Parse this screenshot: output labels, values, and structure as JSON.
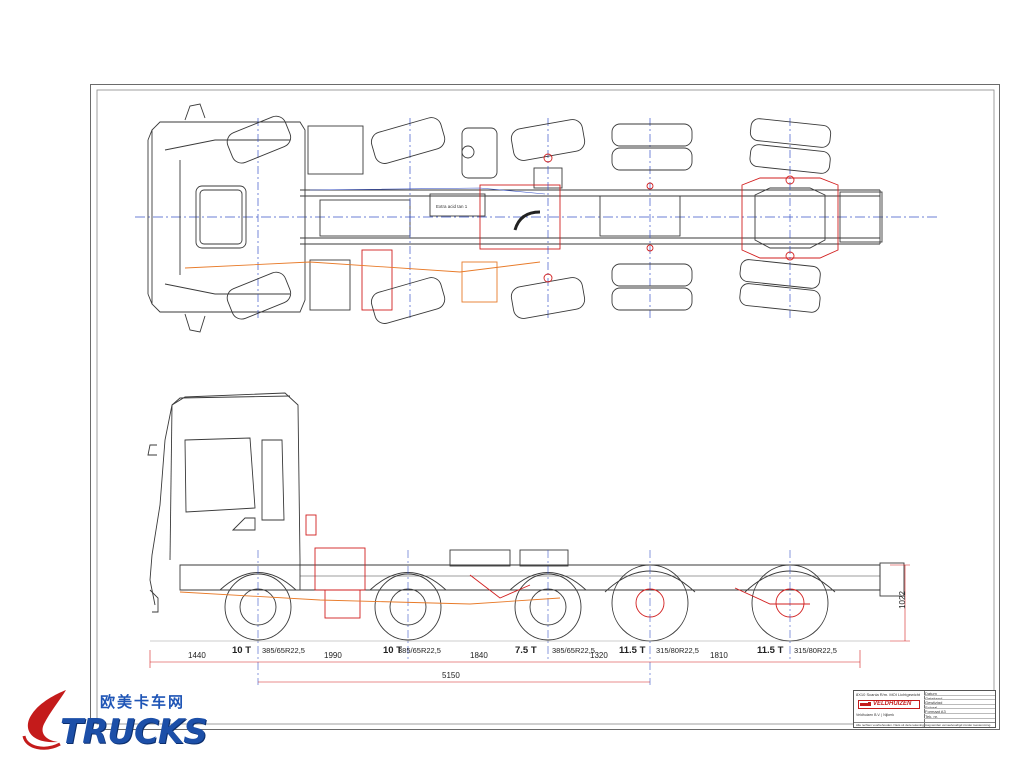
{
  "plan": {
    "text_box_label": "Extra acid tan 1"
  },
  "dimensions": {
    "segments": [
      "1440",
      "1990",
      "1840",
      "1320",
      "1810"
    ],
    "wheelbase_total": "5150",
    "height": "1022"
  },
  "axles": [
    {
      "load": "10 T",
      "tyre": "385/65R22,5"
    },
    {
      "load": "10 T",
      "tyre": "385/65R22,5"
    },
    {
      "load": "7.5 T",
      "tyre": "385/65R22,5"
    },
    {
      "load": "11.5 T",
      "tyre": "315/80R22,5"
    },
    {
      "load": "11.5 T",
      "tyre": "315/80R22,5"
    }
  ],
  "title_block": {
    "project": "8X10 Scania R/m. MOI Lichtgewicht",
    "company": "VELDHUIZEN",
    "address": "Veldhuizen B.V. | Nijkerk",
    "rows_right": [
      "Datum",
      "Getekend",
      "Gewijzigd",
      "Schaal",
      "Formaat  A3",
      "Tek. nr."
    ],
    "footer": "Alle rechten voorbehouden. Niets uit deze tekening mag worden verveelvoudigd zonder toestemming."
  },
  "logo": {
    "chinese": "欧美卡车网",
    "wordmark": "TRUCKS",
    "accent": "#c41b1b",
    "brand": "#1c4fa8"
  },
  "colors": {
    "line": "#3a3a3a",
    "centerline": "#3b55c8",
    "red_parts": "#d21f1f",
    "orange_parts": "#e87b2a"
  }
}
